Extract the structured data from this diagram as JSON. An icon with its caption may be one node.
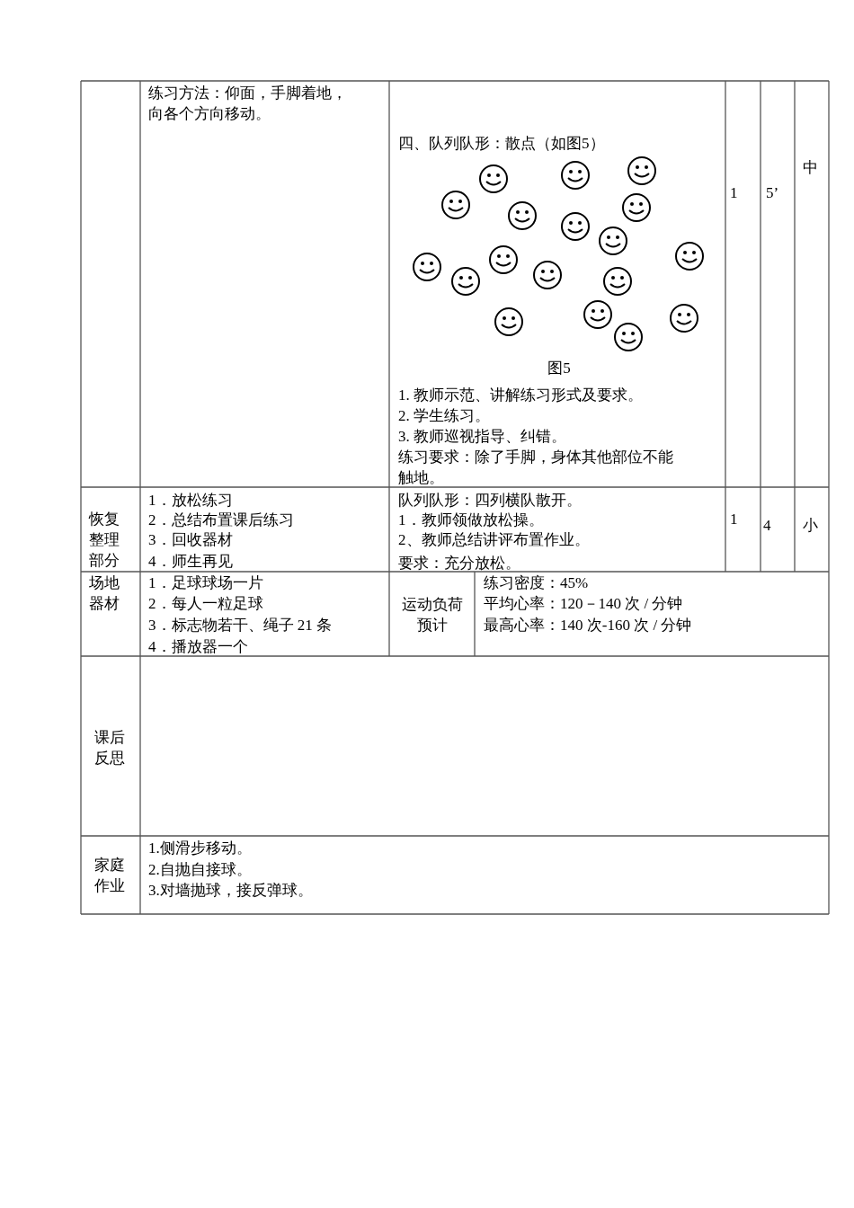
{
  "diagram": {
    "labels": [
      "练习方法：仰面，手脚着地，向各个方向移动。",
      "四、队列队形：散点（如图5）",
      "图5",
      "1. 教师示范、讲解练习形式及要求。",
      "2. 学生练习。",
      "3. 教师巡视指导、纠错。",
      "练习要求：除了手脚，身体其他部位不能触地。",
      "1",
      "5’",
      "中",
      "恢复整理部分",
      "1．放松练习",
      "2．总结布置课后练习",
      "3．回收器材",
      "4．师生再见",
      "队列队形：四列横队散开。",
      "1．教师领做放松操。",
      "2、教师总结讲评布置作业。",
      "要求：充分放松。",
      "1",
      "4",
      "小",
      "场地器材",
      "1．足球球场一片",
      "2．每人一粒足球",
      "3．标志物若干、绳子 21 条",
      "4．播放器一个",
      "运动负荷预计",
      "练习密度：45%",
      "平均心率：120－140 次 / 分钟",
      "最高心率：140 次-160 次 / 分钟",
      "课后反思",
      "家庭作业",
      "1.侧滑步移动。",
      "2.自抛自接球。",
      "3.对墙抛球，接反弹球。"
    ]
  }
}
